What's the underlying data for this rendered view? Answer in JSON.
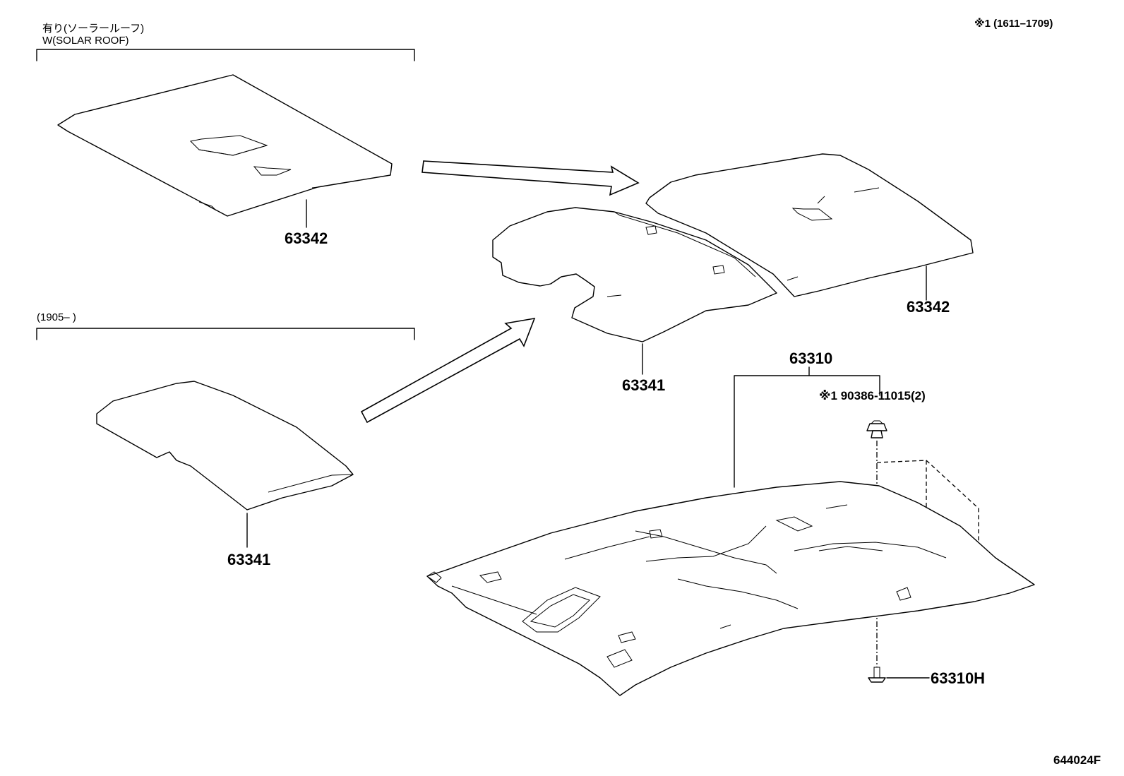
{
  "notes": {
    "solar_roof_jp": "有り(ソーラールーフ)",
    "solar_roof_en": "W(SOLAR ROOF)",
    "date_range": "(1905–      )",
    "top_right_note": "※1 (1611–1709)",
    "clip_note": "※1 90386-11015(2)",
    "diagram_code": "644024F"
  },
  "parts": {
    "p63342_left": "63342",
    "p63342_right": "63342",
    "p63341_left": "63341",
    "p63341_center": "63341",
    "p63310": "63310",
    "p63310H": "63310H"
  }
}
